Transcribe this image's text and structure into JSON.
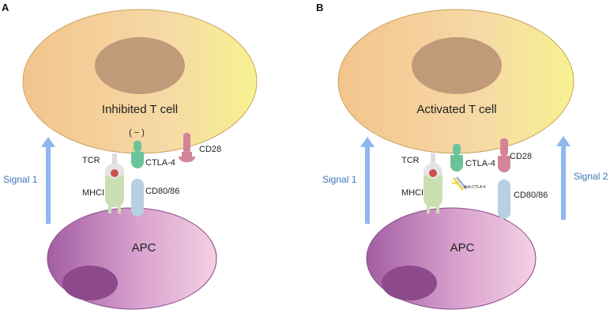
{
  "colors": {
    "signal_arrow": "#8fb8ef",
    "signal_text": "#3b74b8",
    "tcell_left": "#f3c88e",
    "tcell_right": "#f7f08f",
    "nucleus": "#c19a7a",
    "apc_left": "#a35ea3",
    "apc_right": "#f3c9dd",
    "apc_nucleus": "#8c4a8c",
    "tcr": "#dcdcdc",
    "antigen": "#cf4f4f",
    "mhc": "#c9dfb2",
    "ctla4": "#6cc39a",
    "cd28": "#d48498",
    "cd80": "#b9cfe3"
  },
  "panel_a": {
    "letter": "A",
    "t_cell_label": "Inhibited T cell",
    "apc_label": "APC",
    "inhibition_label": "( − )",
    "tcr_label": "TCR",
    "mhc_label": "MHCI",
    "ctla4_label": "CTLA-4",
    "cd28_label": "CD28",
    "cd80_label": "CD80/86",
    "signal1_label": "Signal 1"
  },
  "panel_b": {
    "letter": "B",
    "t_cell_label": "Activated T cell",
    "apc_label": "APC",
    "tcr_label": "TCR",
    "mhc_label": "MHCI",
    "ctla4_label": "CTLA-4",
    "antibody_label": "Anti-CTLA-4",
    "cd28_label": "CD28",
    "cd80_label": "CD80/86",
    "signal1_label": "Signal 1",
    "signal2_label": "Signal 2"
  }
}
